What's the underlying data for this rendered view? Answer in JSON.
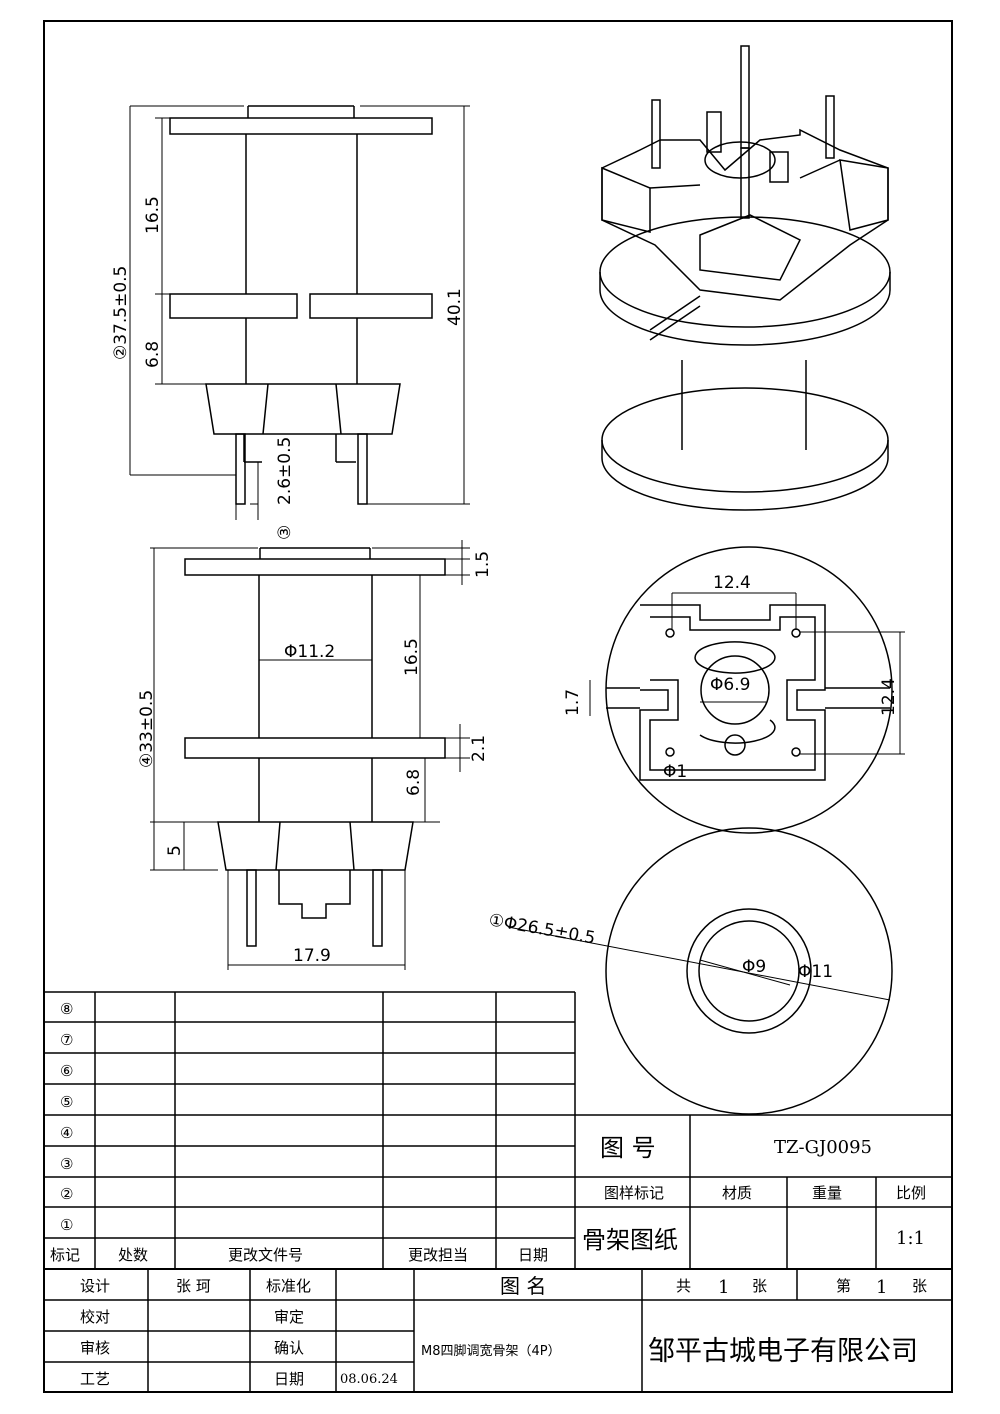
{
  "dims": {
    "h_37_5": "②37.5±0.5",
    "h_16_5a": "16.5",
    "h_6_8a": "6.8",
    "h_40_1": "40.1",
    "h_2_6": "2.6±0.5",
    "h_2_6_mark": "③",
    "h_1_5": "1.5",
    "h_16_5b": "16.5",
    "h_phi11_2": "Φ11.2",
    "h_33": "④33±0.5",
    "h_2_1": "2.1",
    "h_6_8b": "6.8",
    "h_5": "5",
    "h_17_9": "17.9",
    "h_12_4a": "12.4",
    "h_12_4b": "12.4",
    "h_1_7": "1.7",
    "h_phi6_9": "Φ6.9",
    "h_phi1": "Φ1",
    "h_phi26_5": "①Φ26.5±0.5",
    "h_phi9": "Φ9",
    "h_phi11": "Φ11"
  },
  "revision_table": {
    "marks": [
      "⑧",
      "⑦",
      "⑥",
      "⑤",
      "④",
      "③",
      "②",
      "①"
    ],
    "headers": {
      "mark": "标记",
      "place": "处数",
      "doc": "更改文件号",
      "person": "更改担当",
      "date": "日期"
    }
  },
  "title_block": {
    "drawing_no_label": "图  号",
    "drawing_no": "TZ-GJ0095",
    "sample_mark_label": "图样标记",
    "material_label": "材质",
    "weight_label": "重量",
    "scale_label": "比例",
    "sample_mark_value": "骨架图纸",
    "scale_value": "1:1",
    "design_label": "设计",
    "designer": "张  珂",
    "standard_label": "标准化",
    "check_label": "校对",
    "approve_label": "审定",
    "review_label": "审核",
    "confirm_label": "确认",
    "process_label": "工艺",
    "date_label": "日期",
    "date_value": "08.06.24",
    "drawing_name_label": "图  名",
    "drawing_name": "M8四脚调宽骨架（4P）",
    "total_label_pre": "共",
    "total_value": "1",
    "total_label_post": "张",
    "page_label_pre": "第",
    "page_value": "1",
    "page_label_post": "张",
    "company": "邹平古城电子有限公司"
  }
}
